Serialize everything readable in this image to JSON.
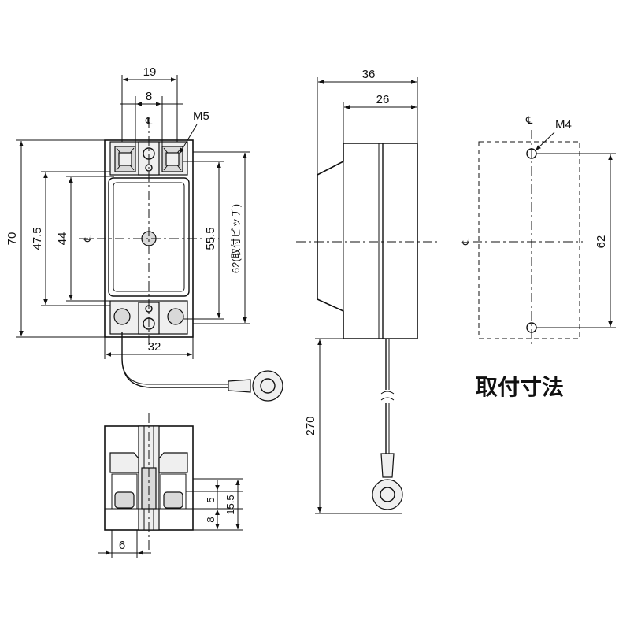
{
  "front_view": {
    "width_top": "19",
    "terminal_pitch": "8",
    "centerline_symbol": "℄",
    "screw_label": "M5",
    "height_total": "70",
    "height_47": "47.5",
    "height_44": "44",
    "height_55": "55.5",
    "mount_pitch": "62(取付ピッチ)",
    "width_bottom": "32"
  },
  "side_view": {
    "depth_total": "36",
    "depth_body": "26",
    "wire_length": "270"
  },
  "bottom_view": {
    "dim_6": "6",
    "dim_5": "5",
    "dim_8": "8",
    "dim_15": "15.5"
  },
  "mounting_view": {
    "screw_label": "M4",
    "pitch": "62",
    "title": "取付寸法"
  }
}
